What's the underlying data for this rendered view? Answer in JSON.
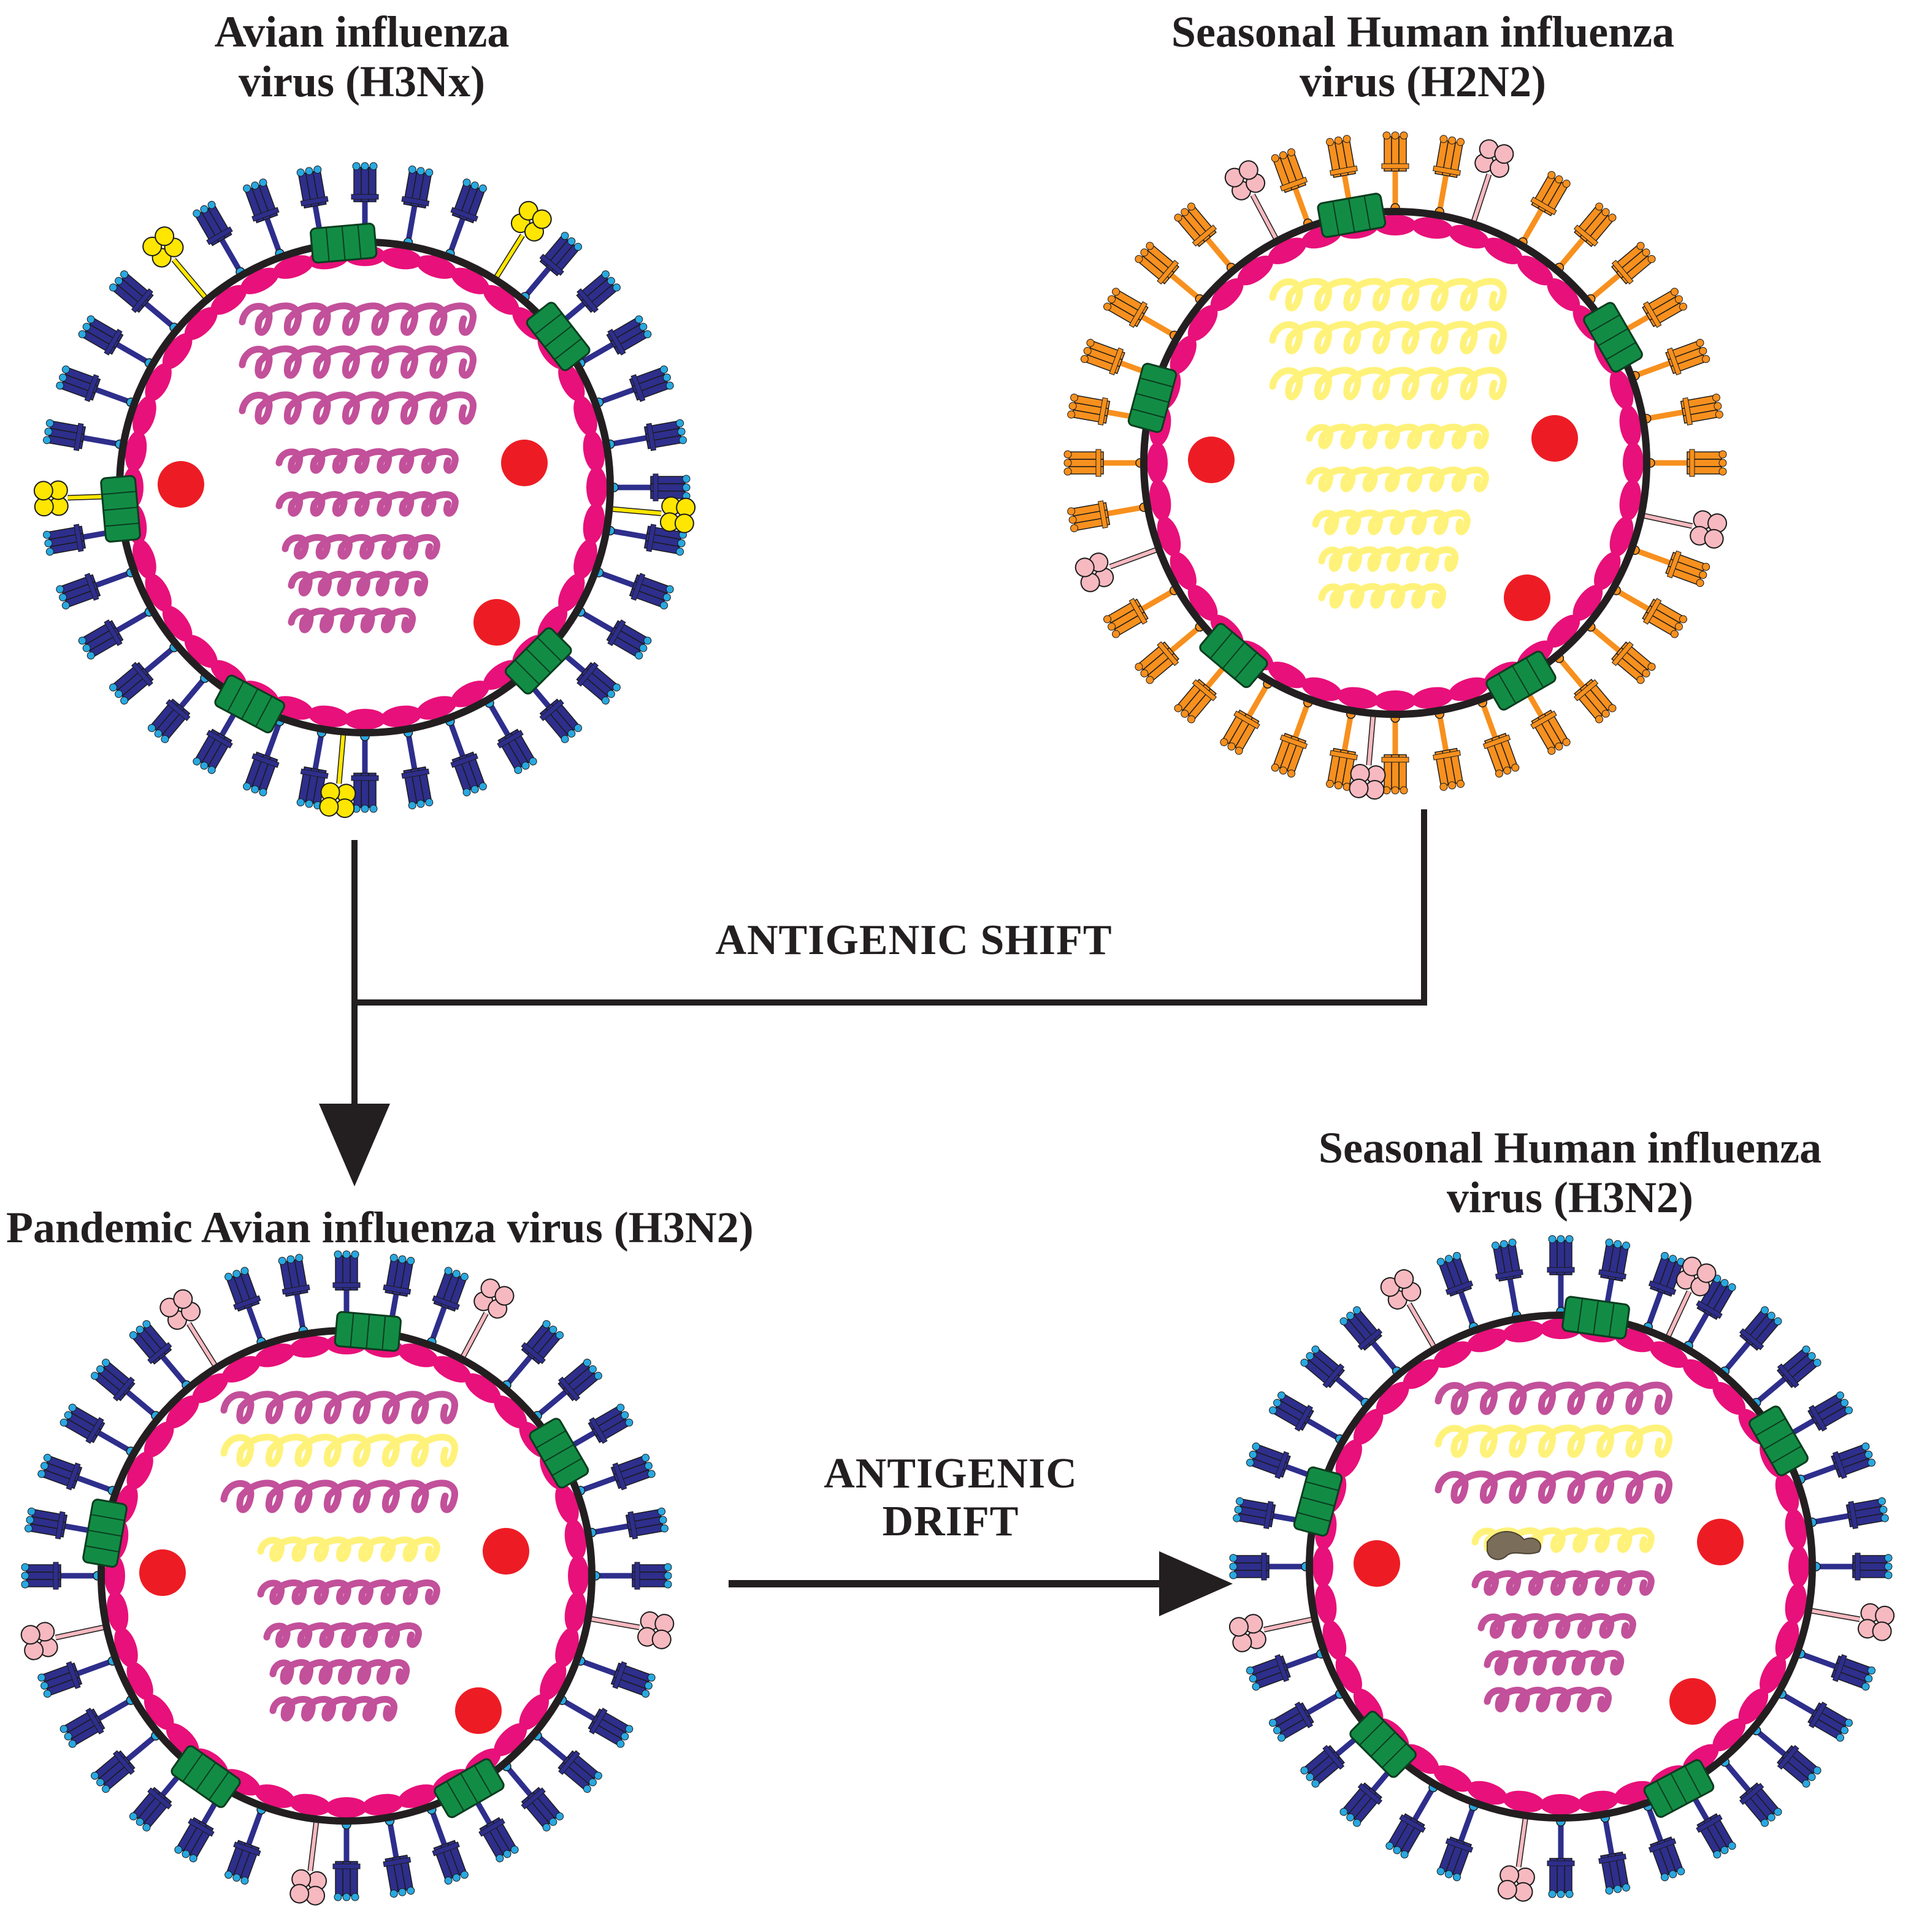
{
  "diagram": {
    "viruses": [
      {
        "key": "avian",
        "title_line1": "Avian influenza",
        "title_line2": "virus (H3Nx)",
        "spike_color": "#2e2e8c",
        "spike_tip_color": "#29a8e0",
        "na_color": "#ffe600",
        "rna_colors": [
          "#c2509a",
          "#c2509a",
          "#c2509a",
          "#c2509a",
          "#c2509a",
          "#c2509a",
          "#c2509a",
          "#c2509a"
        ],
        "mutation_marker": false
      },
      {
        "key": "seasonal-h2n2",
        "title_line1": "Seasonal Human influenza",
        "title_line2": "virus (H2N2)",
        "spike_color": "#f7901e",
        "spike_tip_color": "#f7901e",
        "na_color": "#f7b9c0",
        "rna_colors": [
          "#fff27a",
          "#fff27a",
          "#fff27a",
          "#fff27a",
          "#fff27a",
          "#fff27a",
          "#fff27a",
          "#fff27a"
        ],
        "mutation_marker": false
      },
      {
        "key": "pandemic",
        "title_line1": "Pandemic Avian influenza virus (H3N2)",
        "title_line2": "",
        "spike_color": "#2e2e8c",
        "spike_tip_color": "#29a8e0",
        "na_color": "#f7b9c0",
        "rna_colors": [
          "#c2509a",
          "#fff27a",
          "#c2509a",
          "#fff27a",
          "#c2509a",
          "#c2509a",
          "#c2509a",
          "#c2509a"
        ],
        "mutation_marker": false
      },
      {
        "key": "seasonal-h3n2",
        "title_line1": "Seasonal Human influenza",
        "title_line2": "virus (H3N2)",
        "spike_color": "#2e2e8c",
        "spike_tip_color": "#29a8e0",
        "na_color": "#f7b9c0",
        "rna_colors": [
          "#c2509a",
          "#fff27a",
          "#c2509a",
          "#fff27a",
          "#c2509a",
          "#c2509a",
          "#c2509a",
          "#c2509a"
        ],
        "mutation_marker": true
      }
    ],
    "shift_label": "ANTIGENIC SHIFT",
    "drift_label_line1": "ANTIGENIC",
    "drift_label_line2": "DRIFT",
    "colors": {
      "membrane": "#231f20",
      "matrix_protein": "#e8107a",
      "ion_channel": "#128c45",
      "nucleoprotein_dot": "#ed1c24",
      "mutation": "#7a6e5a",
      "arrow": "#231f20"
    }
  }
}
